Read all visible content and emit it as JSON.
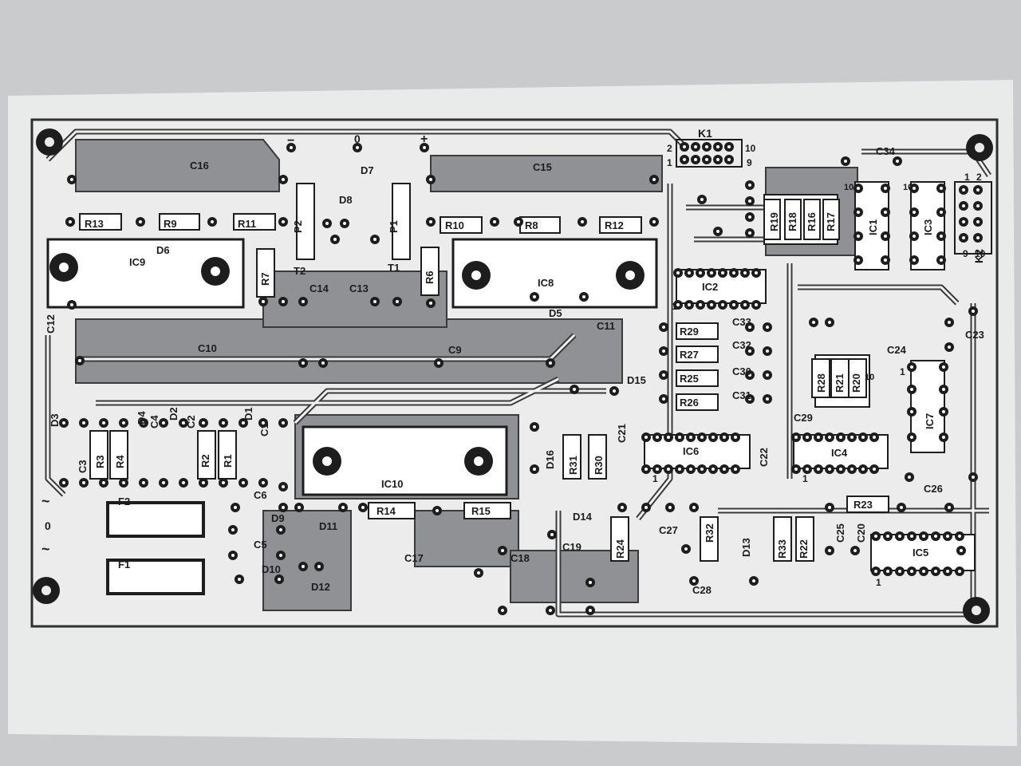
{
  "colors": {
    "paper": "#e9eaea",
    "paper_shadow": "#c9cbcd",
    "copper": "#8f9194",
    "trace_edge": "#3a3a3a",
    "ink": "#1d1d1d"
  },
  "connectors": {
    "k1": {
      "name": "K1",
      "pins": [
        "2",
        "10",
        "1",
        "9"
      ]
    },
    "k2": {
      "name": "K2",
      "pins": [
        "1",
        "2",
        "9",
        "10"
      ]
    }
  },
  "supply_marks": {
    "minus": "−",
    "zero": "0",
    "plus": "+"
  },
  "mains_marks": {
    "ac_top": "~",
    "zero": "0",
    "ac_bottom": "~"
  },
  "ic_pin_marks": {
    "one": "1",
    "ten": "10"
  },
  "labels": [
    "C16",
    "C15",
    "D7",
    "D8",
    "R13",
    "R9",
    "R11",
    "P2",
    "P1",
    "R10",
    "R8",
    "R12",
    "D6",
    "IC9",
    "R7",
    "T2",
    "C14",
    "C13",
    "T1",
    "R6",
    "IC8",
    "D5",
    "C12",
    "C10",
    "C9",
    "C11",
    "D15",
    "D3",
    "C3",
    "R3",
    "R4",
    "D4",
    "C4",
    "D2",
    "C2",
    "R2",
    "R1",
    "D1",
    "C1",
    "IC10",
    "D16",
    "R31",
    "R30",
    "C21",
    "F2",
    "C6",
    "D9",
    "D11",
    "R14",
    "R15",
    "D14",
    "C5",
    "F1",
    "D10",
    "C17",
    "D12",
    "C18",
    "C19",
    "R24",
    "C27",
    "R32",
    "D13",
    "C28",
    "C34",
    "R19",
    "R18",
    "R16",
    "R17",
    "IC1",
    "IC3",
    "IC2",
    "R29",
    "C33",
    "R27",
    "C32",
    "R25",
    "C30",
    "R26",
    "C31",
    "R28",
    "R21",
    "R20",
    "C24",
    "C23",
    "C29",
    "IC7",
    "IC6",
    "C22",
    "IC4",
    "C26",
    "R23",
    "R33",
    "R22",
    "C25",
    "C20",
    "IC5"
  ]
}
